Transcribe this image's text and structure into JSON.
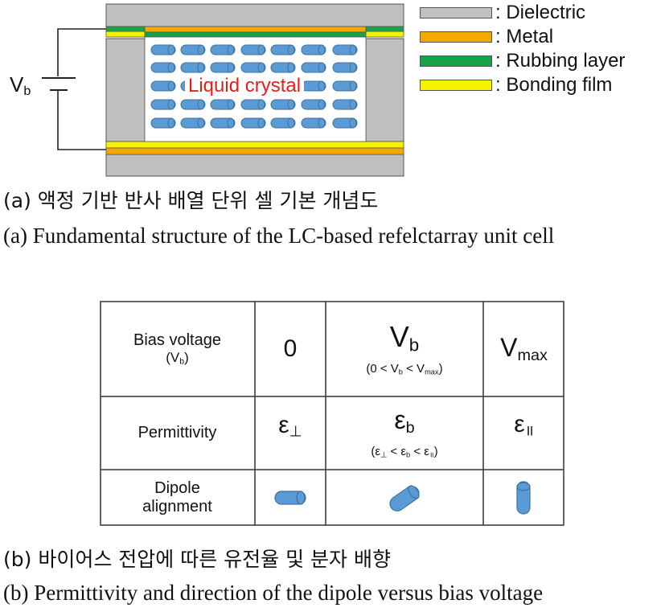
{
  "diagram": {
    "vb_label": "V",
    "vb_sub": "b",
    "lc_label": "Liquid crystal",
    "legend": [
      {
        "label": ": Dielectric",
        "color": "#c0c0c0"
      },
      {
        "label": ": Metal",
        "color": "#f5a800"
      },
      {
        "label": ": Rubbing layer",
        "color": "#17a34a"
      },
      {
        "label": ": Bonding film",
        "color": "#f7f200"
      }
    ],
    "molecule_color": "#5b9bd5",
    "lc_text_color": "#e0201b"
  },
  "caption_a_kr": "(a) 액정 기반 반사 배열 단위 셀 기본 개념도",
  "caption_a_en": "(a) Fundamental structure of the LC-based refelctarray unit cell",
  "table": {
    "row1": {
      "label_line1": "Bias voltage",
      "label_line2_pre": "(V",
      "label_line2_sub": "b",
      "label_line2_post": ")",
      "col1": "0",
      "col2_main": "V",
      "col2_main_sub": "b",
      "col2_range_pre": "(0 < V",
      "col2_range_sub1": "b",
      "col2_range_mid": " < V",
      "col2_range_sub2": "max",
      "col2_range_post": ")",
      "col3_main": "V",
      "col3_sub": "max"
    },
    "row2": {
      "label": "Permittivity",
      "col1_main": "ε",
      "col1_sub": "⊥",
      "col2_main": "ε",
      "col2_sub": "b",
      "col2_range_pre": "(ε",
      "col2_range_sub1": "⊥",
      "col2_range_mid1": " < ε",
      "col2_range_sub2": "b",
      "col2_range_mid2": " < ε",
      "col2_range_sub3": "॥",
      "col2_range_post": ")",
      "col3_main": "ε",
      "col3_sub": "॥"
    },
    "row3": {
      "label_line1": "Dipole",
      "label_line2": "alignment"
    }
  },
  "caption_b_kr": "(b) 바이어스 전압에 따른 유전율 및 분자 배향",
  "caption_b_en": "(b) Permittivity and direction of the dipole versus bias voltage"
}
